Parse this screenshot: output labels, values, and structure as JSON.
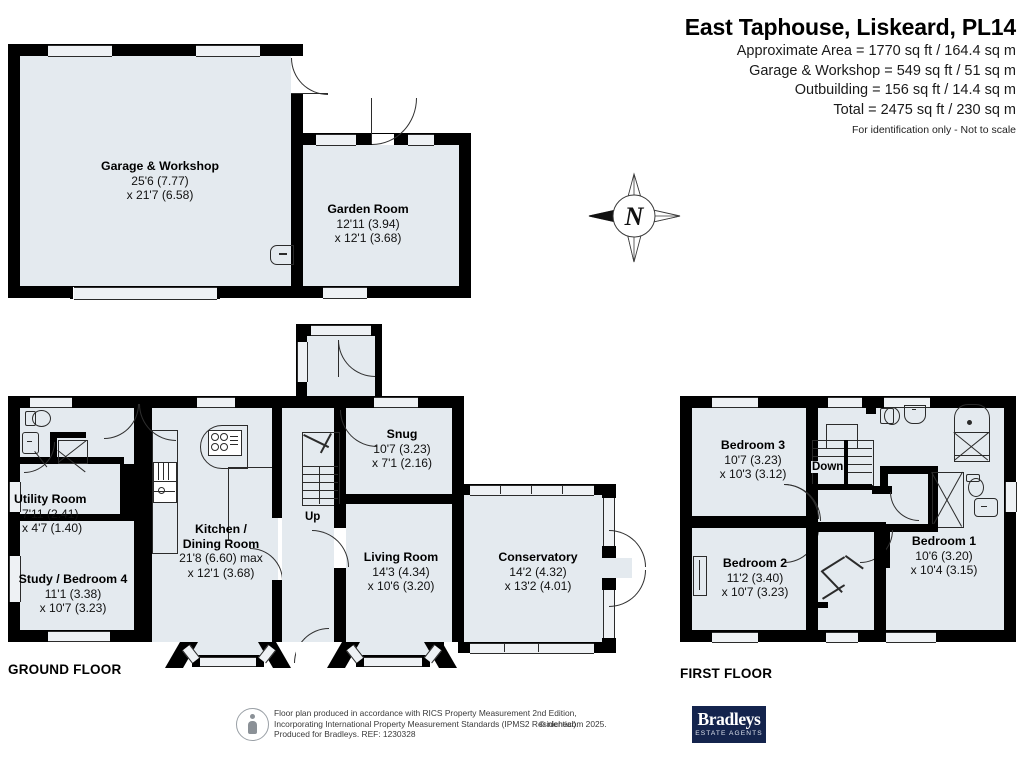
{
  "header": {
    "title": "East Taphouse, Liskeard, PL14",
    "lines": [
      "Approximate Area = 1770 sq ft / 164.4 sq m",
      "Garage & Workshop = 549 sq ft / 51 sq m",
      "Outbuilding = 156 sq ft / 14.4 sq m",
      "Total = 2475 sq ft / 230 sq m"
    ],
    "note": "For identification only - Not to scale"
  },
  "compass": {
    "label": "N",
    "name": "compass-rose"
  },
  "floor_labels": {
    "ground": "GROUND FLOOR",
    "first": "FIRST FLOOR"
  },
  "stair_labels": {
    "up": "Up",
    "down": "Down"
  },
  "outbuilding": {
    "rooms": [
      {
        "key": "garage",
        "name": "Garage & Workshop",
        "dim1": "25'6 (7.77)",
        "dim2": "x 21'7 (6.58)"
      },
      {
        "key": "garden_room",
        "name": "Garden Room",
        "dim1": "12'11 (3.94)",
        "dim2": "x 12'1 (3.68)"
      }
    ]
  },
  "ground_floor": {
    "rooms": [
      {
        "key": "utility",
        "name": "Utility Room",
        "dim1": "7'11 (2.41)",
        "dim2": "x 4'7 (1.40)"
      },
      {
        "key": "study",
        "name": "Study / Bedroom 4",
        "dim1": "11'1 (3.38)",
        "dim2": "x 10'7 (3.23)"
      },
      {
        "key": "kitchen",
        "name": "Kitchen /",
        "name2": "Dining Room",
        "dim1": "21'8 (6.60) max",
        "dim2": "x 12'1 (3.68)"
      },
      {
        "key": "snug",
        "name": "Snug",
        "dim1": "10'7 (3.23)",
        "dim2": "x 7'1 (2.16)"
      },
      {
        "key": "living",
        "name": "Living Room",
        "dim1": "14'3 (4.34)",
        "dim2": "x 10'6 (3.20)"
      },
      {
        "key": "conservatory",
        "name": "Conservatory",
        "dim1": "14'2 (4.32)",
        "dim2": "x 13'2 (4.01)"
      }
    ]
  },
  "first_floor": {
    "rooms": [
      {
        "key": "bed3",
        "name": "Bedroom 3",
        "dim1": "10'7 (3.23)",
        "dim2": "x 10'3 (3.12)"
      },
      {
        "key": "bed2",
        "name": "Bedroom 2",
        "dim1": "11'2 (3.40)",
        "dim2": "x 10'7 (3.23)"
      },
      {
        "key": "bed1",
        "name": "Bedroom 1",
        "dim1": "10'6 (3.20)",
        "dim2": "x 10'4 (3.15)"
      }
    ]
  },
  "footer": {
    "line1": "Floor plan produced in accordance with RICS Property Measurement 2nd Edition,",
    "line2": "Incorporating International Property Measurement Standards (IPMS2 Residential).",
    "line3": "Produced for Bradleys.   REF: 1230328",
    "copyright": "© nichecom 2025.",
    "logo_name": "Bradleys",
    "logo_sub": "ESTATE  AGENTS"
  },
  "colors": {
    "room_fill": "#e4eaef",
    "wall": "#000000",
    "logo_bg": "#14244d"
  }
}
